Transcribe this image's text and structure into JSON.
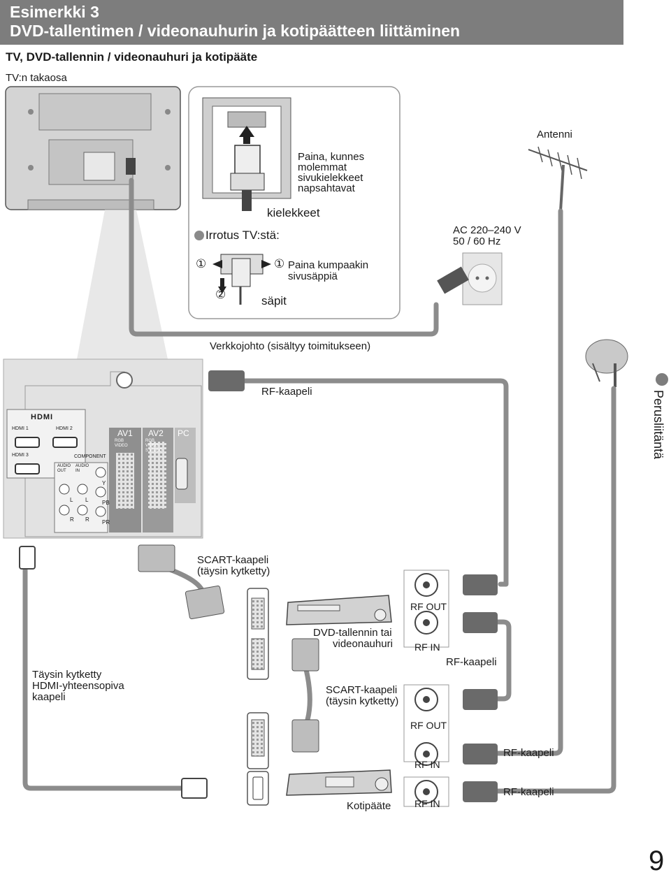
{
  "header": {
    "example": "Esimerkki 3",
    "title": "DVD-tallentimen / videonauhurin ja kotipäätteen liittäminen"
  },
  "subtitle": "TV, DVD-tallennin / videonauhuri ja kotipääte",
  "labels": {
    "tv_back": "TV:n takaosa",
    "press_line1": "Paina, kunnes",
    "press_line2": "molemmat",
    "press_line3": "sivukielekkeet",
    "press_line4": "napsahtavat",
    "tabs": "kielekkeet",
    "remove": "Irrotus TV:stä:",
    "press_both1": "Paina kumpaakin",
    "press_both2": "sivusäppiä",
    "latches": "säpit",
    "num1a": "①",
    "num1b": "①",
    "num2": "②",
    "antenna": "Antenni",
    "ac_line1": "AC 220–240 V",
    "ac_line2": "50 / 60 Hz",
    "mains": "Verkkojohto (sisältyy toimitukseen)",
    "rf1": "RF-kaapeli",
    "scart1_line1": "SCART-kaapeli",
    "scart1_line2": "(täysin kytketty)",
    "rf_out1": "RF OUT",
    "rf_in1": "RF IN",
    "dvd_line1": "DVD-tallennin tai",
    "dvd_line2": "videonauhuri",
    "rf2": "RF-kaapeli",
    "hdmi_line1": "Täysin kytketty",
    "hdmi_line2": "HDMI-yhteensopiva",
    "hdmi_line3": "kaapeli",
    "scart2_line1": "SCART-kaapeli",
    "scart2_line2": "(täysin kytketty)",
    "rf_out2": "RF OUT",
    "rf_in2": "RF IN",
    "rf3": "RF-kaapeli",
    "rf_in3": "RF IN",
    "rf4": "RF-kaapeli",
    "stb": "Kotipääte"
  },
  "panel": {
    "hdmi_logo": "HDMI",
    "hdmi1": "HDMI 1",
    "hdmi2": "HDMI 2",
    "hdmi3": "HDMI 3",
    "component": "COMPONENT",
    "audio_out": "AUDIO OUT",
    "audio_in": "AUDIO IN",
    "av1": "AV1",
    "av2": "AV2",
    "pc": "PC",
    "rgb_video": "RGB VIDEO",
    "svideo": "S VIDEO",
    "l": "L",
    "r": "R",
    "y": "Y",
    "pb": "PB",
    "pr": "PR"
  },
  "side_tab": "Perusliitäntä",
  "page_number": "9"
}
